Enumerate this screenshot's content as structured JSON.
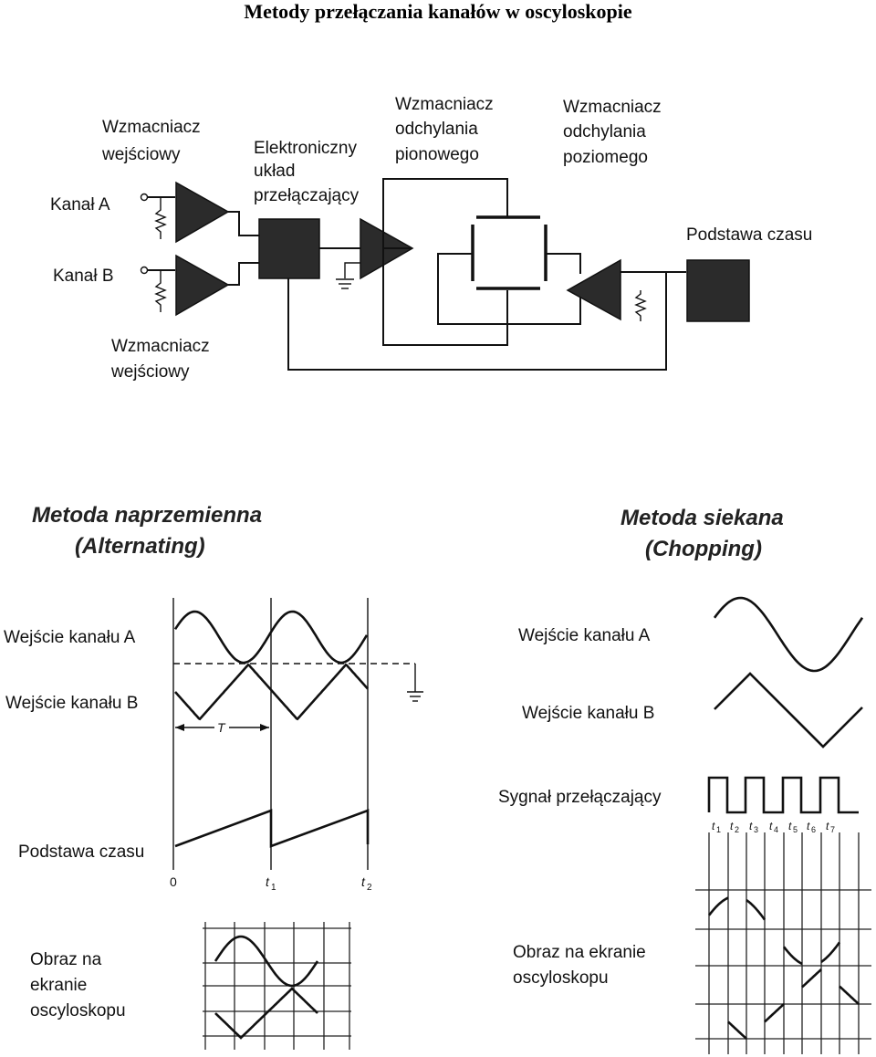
{
  "title": "Metody przełączania kanałów w oscyloskopie",
  "block_diagram": {
    "input_amp_top": [
      "Wzmacniacz",
      "wejściowy"
    ],
    "input_amp_bottom": [
      "Wzmacniacz",
      "wejściowy"
    ],
    "channel_a": "Kanał A",
    "channel_b": "Kanał B",
    "switch_circuit": [
      "Elektroniczny",
      "układ",
      "przełączający"
    ],
    "vertical_amp": [
      "Wzmacniacz",
      "odchylania",
      "pionowego"
    ],
    "horizontal_amp": [
      "Wzmacniacz",
      "odchylania",
      "poziomego"
    ],
    "time_base": "Podstawa czasu"
  },
  "alternating": {
    "heading": [
      "Metoda naprzemienna",
      "(Alternating)"
    ],
    "input_a": "Wejście kanału A",
    "input_b": "Wejście kanału B",
    "period": "T",
    "time_base": "Podstawa czasu",
    "tick_0": "0",
    "tick_t1": "t",
    "tick_t1_sub": "1",
    "tick_t2": "t",
    "tick_t2_sub": "2",
    "screen": [
      "Obraz na",
      "ekranie",
      "oscyloskopu"
    ]
  },
  "chopping": {
    "heading": [
      "Metoda siekana",
      "(Chopping)"
    ],
    "input_a": "Wejście kanału A",
    "input_b": "Wejście kanału B",
    "switch_signal": "Sygnał przełączający",
    "ticks": [
      "t",
      "t",
      "t",
      "t",
      "t",
      "t",
      "t"
    ],
    "tick_subs": [
      "1",
      "2",
      "3",
      "4",
      "5",
      "6",
      "7"
    ],
    "screen": [
      "Obraz na ekranie",
      "oscyloskopu"
    ]
  }
}
